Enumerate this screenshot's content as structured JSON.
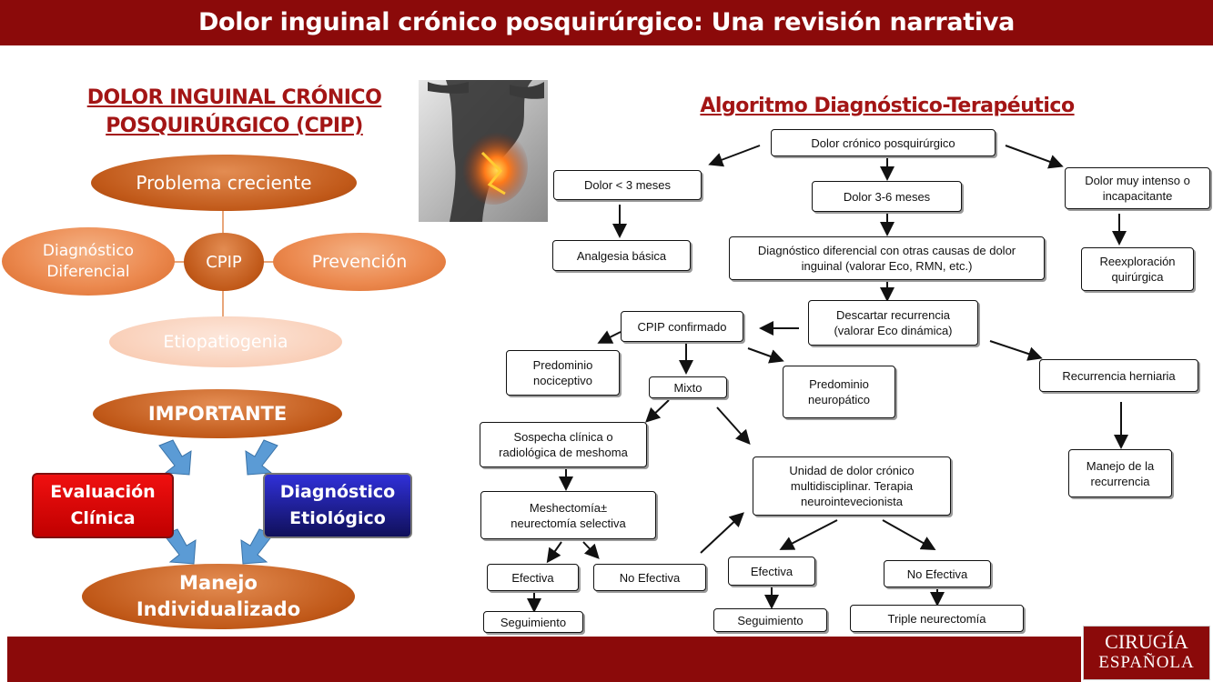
{
  "header": {
    "title": "Dolor inguinal crónico posquirúrgico: Una revisión narrativa"
  },
  "left_panel": {
    "title_line1": "DOLOR INGUINAL CRÓNICO",
    "title_line2": "POSQUIRÚRGICO (CPIP)",
    "ovals": {
      "top": "Problema creciente",
      "center": "CPIP",
      "left_line1": "Diagnóstico",
      "left_line2": "Diferencial",
      "right": "Prevención",
      "bottom": "Etiopatiogenia"
    },
    "important": "IMPORTANTE",
    "evaluacion_line1": "Evaluación",
    "evaluacion_line2": "Clínica",
    "diagnostico_line1": "Diagnóstico",
    "diagnostico_line2": "Etiológico",
    "manejo_line1": "Manejo",
    "manejo_line2": "Individualizado"
  },
  "algorithm": {
    "title": "Algoritmo Diagnóstico-Terapéutico",
    "nodes": {
      "dolor_cronico": "Dolor crónico posquirúrgico",
      "dolor_3": "Dolor < 3 meses",
      "dolor_3_6": "Dolor 3-6 meses",
      "dolor_intenso": "Dolor muy intenso o incapacitante",
      "analgesia": "Analgesia básica",
      "diag_diferencial": "Diagnóstico diferencial con otras causas de dolor inguinal (valorar Eco, RMN, etc.)",
      "reexploracion": "Reexploración quirúrgica",
      "descartar": "Descartar recurrencia (valorar Eco dinámica)",
      "cpip_confirmado": "CPIP confirmado",
      "recurrencia": "Recurrencia herniaria",
      "nociceptivo": "Predominio nociceptivo",
      "mixto": "Mixto",
      "neuropatico": "Predominio neuropático",
      "manejo_recurrencia": "Manejo de la recurrencia",
      "sospecha": "Sospecha clínica o radiológica de meshoma",
      "unidad": "Unidad de dolor crónico multidisciplinar. Terapia neurointevecionista",
      "meshectomia": "Meshectomía± neurectomía selectiva",
      "efectiva_1": "Efectiva",
      "no_efectiva_1": "No Efectiva",
      "efectiva_2": "Efectiva",
      "no_efectiva_2": "No Efectiva",
      "seguimiento_1": "Seguimiento",
      "seguimiento_2": "Seguimiento",
      "triple": "Triple neurectomía"
    }
  },
  "logo": {
    "line1": "CIRUGÍA",
    "line2": "ESPAÑOLA"
  },
  "colors": {
    "brand_red": "#8b0a0a",
    "title_red": "#a31515",
    "oval_orange": "#ec8a50",
    "arrow_blue": "#5b9bd5"
  }
}
